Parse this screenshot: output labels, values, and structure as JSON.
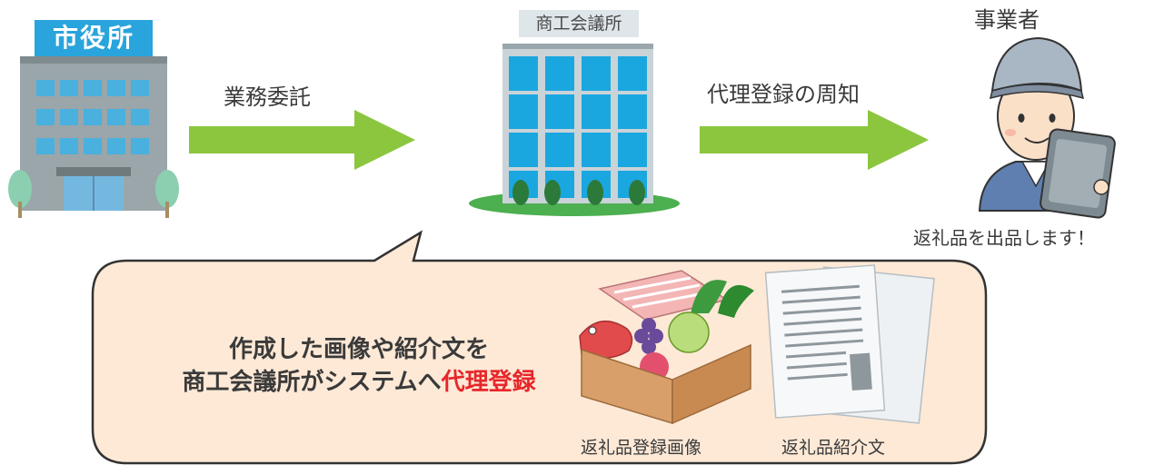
{
  "city": {
    "label": "市役所"
  },
  "chamber": {
    "label": "商工会議所"
  },
  "business": {
    "label": "事業者",
    "speech": "返礼品を出品します！"
  },
  "arrows": [
    {
      "label": "業務委託"
    },
    {
      "label": "代理登録の周知"
    }
  ],
  "callout": {
    "line1": "作成した画像や紹介文を",
    "line2_prefix": "商工会議所がシステムへ",
    "line2_highlight": "代理登録",
    "items": [
      {
        "caption": "返礼品登録画像"
      },
      {
        "caption": "返礼品紹介文"
      }
    ]
  },
  "colors": {
    "arrow": "#8cc63f",
    "highlight": "#e8262a",
    "callout_fill": "#fde9d6",
    "city_label_bg": "#29a4dc",
    "window_blue": "#1aa7e0"
  }
}
